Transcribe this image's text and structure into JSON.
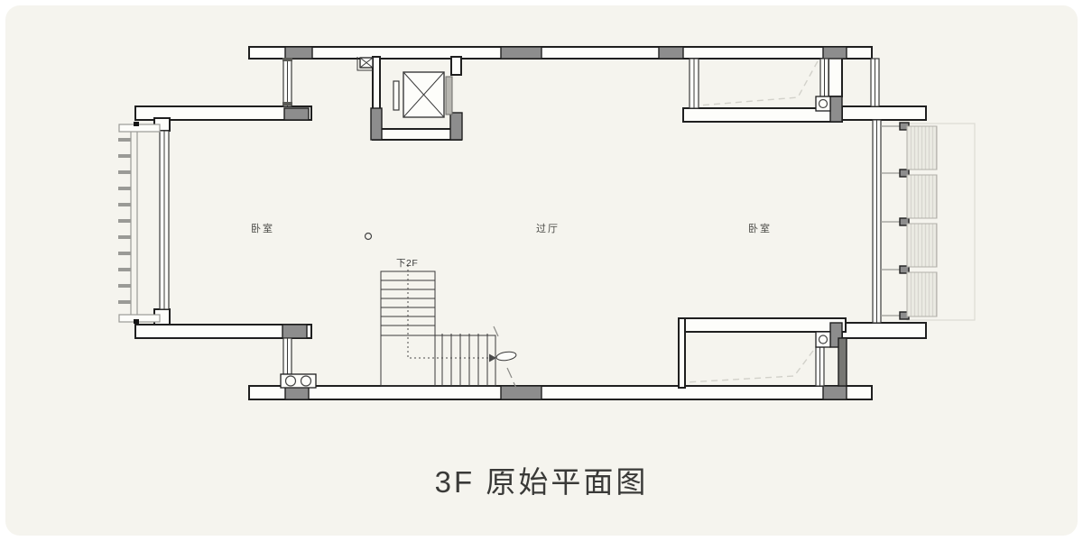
{
  "title": {
    "text": "3F 原始平面图"
  },
  "plan": {
    "room_labels": {
      "bedroom_left": "卧室",
      "hall": "过厅",
      "bedroom_right": "卧室"
    },
    "stairs": {
      "direction_label": "下2F"
    }
  },
  "colors": {
    "canvas_bg": "#f5f4ee",
    "page_bg": "#ffffff",
    "wall_stroke": "#1f1f1f",
    "wall_fill": "#fdfdfa",
    "column_fill": "#8d8d8d",
    "window_stroke": "#3a3a3a",
    "railing_stroke": "#9a9a96",
    "louver_stroke": "#c5c4bd",
    "light_outline": "#dcdbd4",
    "dashed_line": "#d2d1ca",
    "route_stroke": "#4a4a4a",
    "label_color": "#4a4a46",
    "title_color": "#3a3a38"
  }
}
